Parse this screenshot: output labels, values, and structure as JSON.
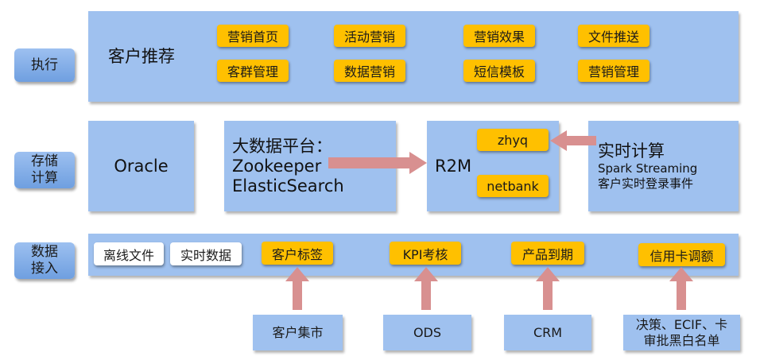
{
  "layers": {
    "exec": "执行",
    "storage": "存储\n计算",
    "ingest": "数据\n接入"
  },
  "exec_panel": {
    "title": "客户推荐",
    "chips": [
      "营销首页",
      "活动营销",
      "营销效果",
      "文件推送",
      "客群管理",
      "数据营销",
      "短信模板",
      "营销管理"
    ]
  },
  "storage_panel": {
    "oracle": "Oracle",
    "bigdata": {
      "line1": "大数据平台：",
      "line2": "Zookeeper",
      "line3": "ElasticSearch"
    },
    "r2m": {
      "title": "R2M",
      "chip_top": "zhyq",
      "chip_bottom": "netbank"
    },
    "realtime": {
      "title": "实时计算",
      "line1": "Spark Streaming",
      "line2": "客户实时登录事件"
    }
  },
  "ingest_panel": {
    "white_chips": [
      "离线文件",
      "实时数据"
    ],
    "chips": [
      "客户标签",
      "KPI考核",
      "产品到期",
      "信用卡调额"
    ]
  },
  "sources": [
    "客户集市",
    "ODS",
    "CRM",
    "决策、ECIF、卡\n审批黑白名单"
  ],
  "colors": {
    "panel": "#9fc1ef",
    "chip": "#ffc000",
    "arrow": "#d89090"
  }
}
